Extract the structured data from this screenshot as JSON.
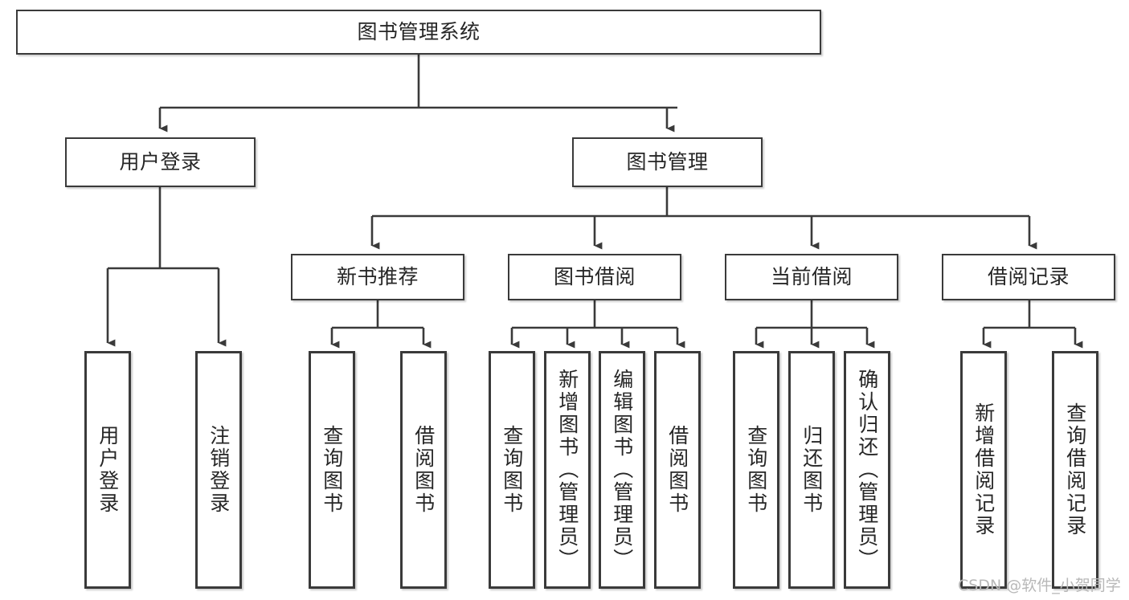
{
  "diagram": {
    "title": "图书管理系统",
    "type": "tree-hierarchy-chart",
    "orientation": "top-down",
    "colors": {
      "box_border": "#3a3a3a",
      "box_fill": "#ffffff",
      "connector": "#3a3a3a",
      "text": "#262626",
      "watermark": "#b8b8b8",
      "background": "#ffffff"
    },
    "root": {
      "label": "图书管理系统"
    },
    "level2": [
      {
        "id": "user-login",
        "label": "用户登录"
      },
      {
        "id": "book-management",
        "label": "图书管理"
      }
    ],
    "level3": [
      {
        "id": "new-book-recommend",
        "label": "新书推荐"
      },
      {
        "id": "book-borrow",
        "label": "图书借阅"
      },
      {
        "id": "current-borrow",
        "label": "当前借阅"
      },
      {
        "id": "borrow-record",
        "label": "借阅记录"
      }
    ],
    "leaves": {
      "user_login": [
        {
          "id": "leaf-user-login",
          "label": "用户登录"
        },
        {
          "id": "leaf-user-logout",
          "label": "注销登录"
        }
      ],
      "new_book_recommend": [
        {
          "id": "leaf-query-book-1",
          "label": "查询图书"
        },
        {
          "id": "leaf-borrow-book-1",
          "label": "借阅图书"
        }
      ],
      "book_borrow": [
        {
          "id": "leaf-query-book-2",
          "label": "查询图书"
        },
        {
          "id": "leaf-add-book",
          "label": "新增图书（管理员）"
        },
        {
          "id": "leaf-edit-book",
          "label": "编辑图书（管理员）"
        },
        {
          "id": "leaf-borrow-book-2",
          "label": "借阅图书"
        }
      ],
      "current_borrow": [
        {
          "id": "leaf-query-book-3",
          "label": "查询图书"
        },
        {
          "id": "leaf-return-book",
          "label": "归还图书"
        },
        {
          "id": "leaf-confirm-return",
          "label": "确认归还（管理员）"
        }
      ],
      "borrow_record": [
        {
          "id": "leaf-add-record",
          "label": "新增借阅记录"
        },
        {
          "id": "leaf-query-record",
          "label": "查询借阅记录"
        }
      ]
    },
    "watermark": "CSDN @软件_小贺同学"
  }
}
